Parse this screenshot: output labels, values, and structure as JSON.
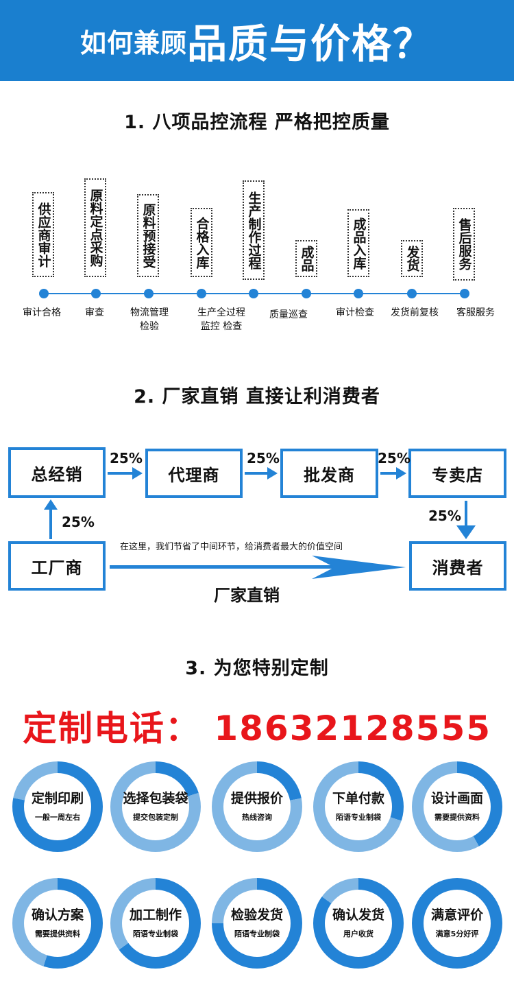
{
  "banner": {
    "title_small": "如何兼顾",
    "title_big": "品质与价格？"
  },
  "section1": {
    "title": "1. 八项品控流程 严格把控质量",
    "boxes": [
      "供应商审计",
      "原料定点采购",
      "原料预接受",
      "合格入库",
      "生产制作过程",
      "成品",
      "成品入库",
      "发货",
      "售后服务"
    ],
    "labels": [
      "审计合格",
      "审查",
      "物流管理\n检验",
      "生产全过程\n监控 检查",
      "质量巡查",
      "审计检查",
      "发货前复核",
      "客服服务"
    ]
  },
  "section2": {
    "title": "2. 厂家直销 直接让利消费者",
    "boxes": {
      "general": "总经销",
      "agent": "代理商",
      "wholesale": "批发商",
      "store": "专卖店",
      "factory": "工厂商",
      "consumer": "消费者"
    },
    "pct": "25%",
    "note": "在这里，我们节省了中间环节，给消费者最大的价值空间",
    "direct": "厂家直销"
  },
  "section3": {
    "title": "3. 为您特别定制",
    "phone": "定制电话： 18632128555",
    "steps": [
      {
        "title": "定制印刷",
        "sub": "一般一周左右",
        "progress": 0.78
      },
      {
        "title": "选择包装袋",
        "sub": "提交包装定制",
        "progress": 0.2
      },
      {
        "title": "提供报价",
        "sub": "热线咨询",
        "progress": 0.22
      },
      {
        "title": "下单付款",
        "sub": "陌语专业制袋",
        "progress": 0.3
      },
      {
        "title": "设计画面",
        "sub": "需要提供资料",
        "progress": 0.42
      },
      {
        "title": "确认方案",
        "sub": "需要提供资料",
        "progress": 0.55
      },
      {
        "title": "加工制作",
        "sub": "陌语专业制袋",
        "progress": 0.65
      },
      {
        "title": "检验发货",
        "sub": "陌语专业制袋",
        "progress": 0.75
      },
      {
        "title": "确认发货",
        "sub": "用户收货",
        "progress": 0.85
      },
      {
        "title": "满意评价",
        "sub": "满意5分好评",
        "progress": 1.0
      }
    ]
  },
  "colors": {
    "brand_blue": "#1a7fcf",
    "line_blue": "#2383d6",
    "ring_light": "#7fb6e4",
    "phone_red": "#e8161b"
  }
}
